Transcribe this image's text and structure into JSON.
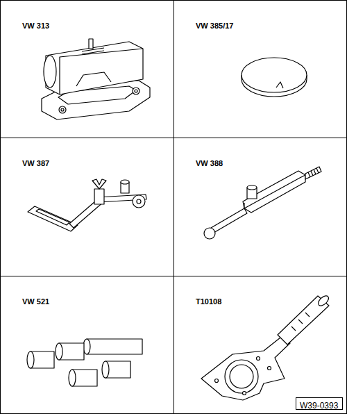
{
  "diagram": {
    "nodes": [
      {
        "text": [
          "VW 313"
        ]
      },
      {
        "text": [
          "VW 385/17"
        ]
      },
      {
        "text": [
          "VW 387"
        ]
      },
      {
        "text": [
          "VW 388"
        ]
      },
      {
        "text": [
          "VW 521"
        ]
      },
      {
        "text": [
          "T10108"
        ]
      },
      {
        "text": [
          "W39-0393"
        ],
        "in": 5
      }
    ]
  }
}
